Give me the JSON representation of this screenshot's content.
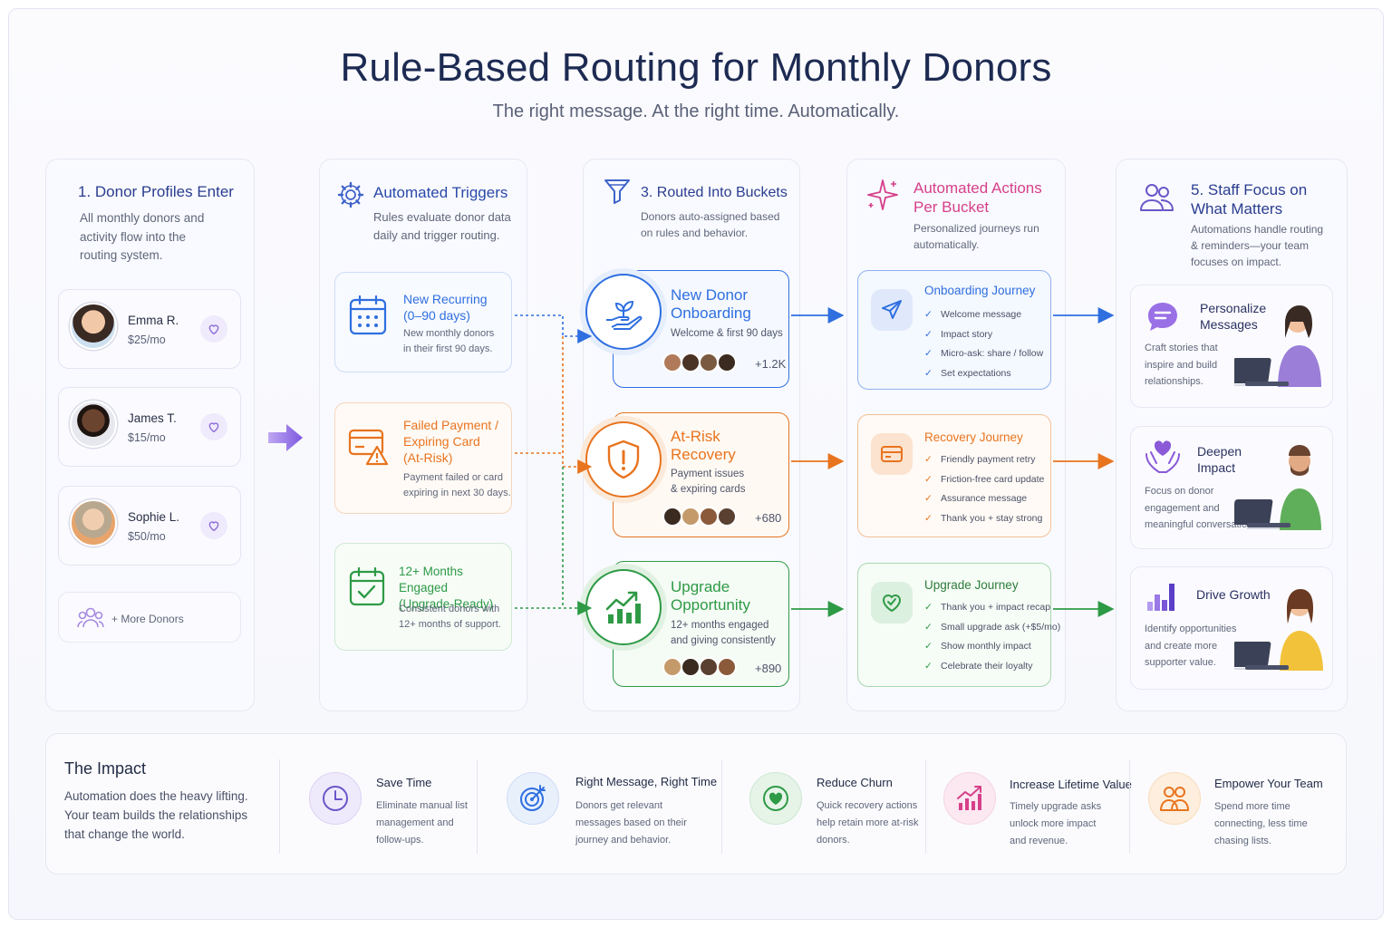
{
  "header": {
    "title": "Rule-Based Routing for Monthly Donors",
    "subtitle": "The right message. At the right time. Automatically."
  },
  "columns": {
    "donors": {
      "title": "1. Donor Profiles Enter",
      "desc_lines": [
        "All monthly donors and",
        "activity flow into the",
        "routing system."
      ],
      "items": [
        {
          "name": "Emma R.",
          "amount": "$25/mo"
        },
        {
          "name": "James T.",
          "amount": "$15/mo"
        },
        {
          "name": "Sophie L.",
          "amount": "$50/mo"
        }
      ],
      "more": "+ More Donors"
    },
    "triggers": {
      "title": "Automated Triggers",
      "desc_lines": [
        "Rules evaluate donor data",
        "daily and trigger routing."
      ],
      "items": [
        {
          "title_lines": [
            "New Recurring",
            "(0–90 days)"
          ],
          "desc_lines": [
            "New monthly donors",
            "in their first 90 days."
          ],
          "color": "#2f6fe0"
        },
        {
          "title_lines": [
            "Failed Payment /",
            "Expiring Card",
            "(At-Risk)"
          ],
          "desc_lines": [
            "Payment failed or card",
            "expiring in next 30 days."
          ],
          "color": "#e8741f"
        },
        {
          "title_lines": [
            "12+ Months Engaged",
            "(Upgrade-Ready)"
          ],
          "desc_lines": [
            "Consistent donors with",
            "12+ months of support."
          ],
          "color": "#2e9a46"
        }
      ]
    },
    "buckets": {
      "title": "3. Routed Into Buckets",
      "desc_lines": [
        "Donors auto-assigned based",
        "on rules and behavior."
      ],
      "items": [
        {
          "title_lines": [
            "New Donor",
            "Onboarding"
          ],
          "desc_lines": [
            "Welcome & first 90 days"
          ],
          "count": "+1.2K",
          "color": "#2f6fe0"
        },
        {
          "title_lines": [
            "At-Risk",
            "Recovery"
          ],
          "desc_lines": [
            "Payment issues",
            "& expiring cards"
          ],
          "count": "+680",
          "color": "#e8741f"
        },
        {
          "title_lines": [
            "Upgrade",
            "Opportunity"
          ],
          "desc_lines": [
            "12+ months engaged",
            "and giving consistently"
          ],
          "count": "+890",
          "color": "#2e9a46"
        }
      ]
    },
    "actions": {
      "title_lines": [
        "Automated Actions",
        "Per Bucket"
      ],
      "desc_lines": [
        "Personalized journeys run",
        "automatically."
      ],
      "items": [
        {
          "title": "Onboarding Journey",
          "steps": [
            "Welcome message",
            "Impact story",
            "Micro-ask: share / follow",
            "Set expectations"
          ],
          "color": "#2f6fe0"
        },
        {
          "title": "Recovery Journey",
          "steps": [
            "Friendly payment retry",
            "Friction-free card update",
            "Assurance message",
            "Thank you + stay strong"
          ],
          "color": "#e8741f"
        },
        {
          "title": "Upgrade Journey",
          "steps": [
            "Thank you + impact recap",
            "Small upgrade ask (+$5/mo)",
            "Show monthly impact",
            "Celebrate their loyalty"
          ],
          "color": "#2e9a46"
        }
      ]
    },
    "staff": {
      "title_lines": [
        "5. Staff Focus on",
        "What Matters"
      ],
      "desc_lines": [
        "Automations handle routing",
        "& reminders—your team",
        "focuses on impact."
      ],
      "items": [
        {
          "title_lines": [
            "Personalize",
            "Messages"
          ],
          "desc_lines": [
            "Craft stories that",
            "inspire and build",
            "relationships."
          ]
        },
        {
          "title_lines": [
            "Deepen",
            "Impact"
          ],
          "desc_lines": [
            "Focus on donor",
            "engagement and",
            "meaningful conversations."
          ]
        },
        {
          "title_lines": [
            "Drive Growth"
          ],
          "desc_lines": [
            "Identify opportunities",
            "and create more",
            "supporter value."
          ]
        }
      ]
    }
  },
  "impact": {
    "title": "The Impact",
    "desc_lines": [
      "Automation does the heavy lifting.",
      "Your team builds the relationships",
      "that change the world."
    ],
    "items": [
      {
        "title": "Save Time",
        "desc_lines": [
          "Eliminate manual list",
          "management and",
          "follow-ups."
        ],
        "icon": "clock-icon"
      },
      {
        "title": "Right Message, Right Time",
        "desc_lines": [
          "Donors get relevant",
          "messages based on their",
          "journey and behavior."
        ],
        "icon": "target-icon"
      },
      {
        "title": "Reduce Churn",
        "desc_lines": [
          "Quick recovery actions",
          "help retain more at-risk",
          "donors."
        ],
        "icon": "heart-shield-icon"
      },
      {
        "title": "Increase Lifetime Value",
        "desc_lines": [
          "Timely upgrade asks",
          "unlock more impact",
          "and revenue."
        ],
        "icon": "growth-chart-icon"
      },
      {
        "title": "Empower Your Team",
        "desc_lines": [
          "Spend more time",
          "connecting, less time",
          "chasing lists."
        ],
        "icon": "team-icon"
      }
    ]
  },
  "colors": {
    "navy": "#1d2b52",
    "purple": "#7b5cd6",
    "blue": "#2f6fe0",
    "orange": "#e8741f",
    "green": "#2e9a46",
    "pink": "#d6408a"
  }
}
